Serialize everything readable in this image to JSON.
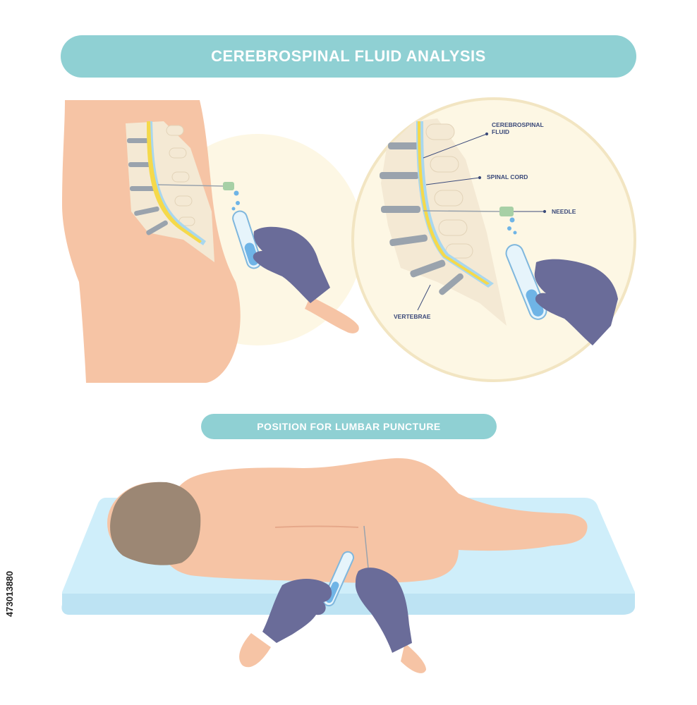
{
  "title": "CEREBROSPINAL FLUID ANALYSIS",
  "subtitle": "POSITION FOR LUMBAR PUNCTURE",
  "labels": {
    "csf_line1": "CEREBROSPINAL",
    "csf_line2": "FLUID",
    "spinal_cord": "SPINAL CORD",
    "needle": "NEEDLE",
    "vertebrae": "VERTEBRAE"
  },
  "stock_id": "473013880",
  "colors": {
    "banner": "#8fd0d3",
    "skin": "#f6c4a5",
    "vertebra": "#f4e9d4",
    "disc": "#9aa3ad",
    "cord": "#f5d94a",
    "csf": "#a9d7ee",
    "glove": "#6a6c99",
    "zoom_circle": "#fdf7e4",
    "mat": "#cfeefa",
    "hair": "#9c8774",
    "label": "#3b4a7a"
  }
}
